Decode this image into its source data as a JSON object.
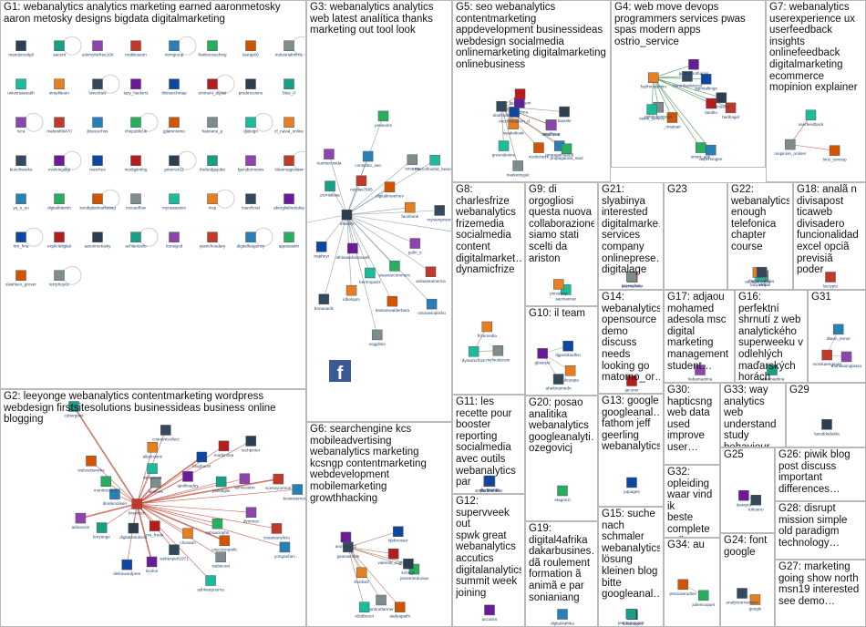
{
  "groups": {
    "G1": "G1: webanalytics analytics marketing earned aaronmetosky\naaron metosky designs bigdata digitalmarketing",
    "G2": "G2: leeyonge webanalytics contentmarketing wordpress\nwebdesign firstsitesolutions businessideas business online\nblogging",
    "G3": "G3: webanalytics analytics\nweb latest analítica thanks\nmarketing out tool look",
    "G4": "G4: web move devops\nprogrammers services pwas\nspas modern apps ostrio_service",
    "G5": "G5: seo webanalytics\ncontentmarketing\nappdevelopment businessideas\nwebdesign socialmedia\nonlinemarketing digitalmarketing\nonlinebusiness",
    "G6": "G6: searchengine kcs\nmobileadvertising\nwebanalytics marketing\nkcsngp contentmarketing\nwebdevelopment\nmobilemarketing\ngrowthhacking",
    "G7": "G7: webanalytics\nuserexperience ux\nuserfeedback\ninsights\nonlinefeedback\ndigitalmarketing\necommerce\nmopinion explainer",
    "G8": "G8:\ncharlesfrize\nwebanalytics\nfrizemedia\nsocialmedia\ncontent\ndigitalmarket…\ndynamicfrize",
    "G9": "G9: di\norgogliosi\nquesta nuova\ncollaborazione\nsiamo stati\nscelti da\nariston",
    "G10": "G10: il team",
    "G11": "G11: les\nrecette pour\nbooster\nreporting\nsocialmedia\navec outils\nwebanalytics\npar",
    "G12": "G12:\nsupervveek out\nspwk great\nwebanalytics\naccutics\ndigitalanalytics\nsummit week\njoining",
    "G13": "G13: google\ngoogleanal…\nfathom jeff\ngeerling\nwebanalytics",
    "G14": "G14:\nwebanalytics\nopensource\ndemo\ndiscuss\nneeds\nlooking go\nmatomo_or…",
    "G15": "G15: suche\nnach\nschmaler\nwebanalytics\nlösung\nkleinen blog\nbitte\ngoogleanal…",
    "G16": "G16: perfektní\nshrnutí z web\nanalytického\nsuperweeku v\nodlehlých\nmaďarských\nhorách",
    "G17": "G17: adjaou\nmohamed\nadesola msc\ndigital\nmarketing\nmanagement\nstudent…",
    "G18": "G18: analã n\ndivisapost\nticaweb\ndivisadero\nfuncionalidad\nexcel opciã\nprevisiã\npoder",
    "G19": "G19:\ndigital4afrika\ndakarbusines…\ndã roulement\nformation ã\nanimã e par\nsonianiang",
    "G20": "G20: posao\nanalitika\nwebanalytics\ngoogleanalyti…\nozegovicj",
    "G21": "G21:\nslyabinya\ninterested\ndigitalmarke…\nservices\ncompany\nonlineprese…\ndigitalage",
    "G22": "G22:\nwebanalytics\nenough\ntelefonica\nchapter\ncourse",
    "G23": "G23",
    "G24": "G24: font\ngoogle",
    "G25": "G25",
    "G26": "G26: piwik blog\npost discuss\nimportant\ndifferences…",
    "G27": "G27: marketing\ngoing show north\nmsn19 interested\nsee demo…",
    "G28": "G28: disrupt\nmission simple\nold paradigm\ntechnology…",
    "G29": "G29",
    "G30": "G30:\nhapticsng\nweb data\nused\nimprove\nuser…",
    "G31": "G31",
    "G32": "G32:\nopleiding\nwaar vind ik\nbeste\ncomplete\nonline…",
    "G33": "G33: way\nanalytics web\nunderstand\nstudy\nbehaviour…",
    "G34": "G34: au"
  },
  "nodes": {
    "G1": [
      "mandymodgil",
      "aacerti",
      "udemyforfree100",
      "mobileseon",
      "mirngroup",
      "frankoceaching",
      "laurap00",
      "industrialmfr01",
      "universaweath",
      "simplilearn",
      "lovecities",
      "lazy_hackers",
      "thistoechmap",
      "eminent_digital",
      "prodmcunino",
      "blue_rl",
      "rvca",
      "maheshl9470",
      "jbsouschos",
      "chepublicuk",
      "jglammomo",
      "hasnane_p",
      "djideign",
      "cf_naval_online",
      "bunchworks",
      "evolvingdigi",
      "marchex",
      "modigitmktg",
      "gmerron11",
      "thebridgejobe",
      "fgendtonnews",
      "lolanmagiesser",
      "ya_s_uu",
      "digitalbitersh",
      "zendigitalmarketing",
      "mouseflow",
      "mynsepation",
      "mxp",
      "marcficod",
      "aberglisthetoday",
      "rtm_fma",
      "explicitdigital",
      "aaronmetosky",
      "achlantzelo",
      "lcsraigod",
      "yasirchoudary",
      "digitalfeagency",
      "appseastin",
      "slashseo_grover",
      "terrphoyce"
    ],
    "G2": [
      "cybergeist",
      "dymmec",
      "zeastvanylicio",
      "yongoehen",
      "seboaciophn",
      "uvecoreopolic",
      "webscoot",
      "ashinarpoorna",
      "chovaon",
      "webexpert1971",
      "ilcohoi",
      "delitowordpres",
      "ms_freda",
      "digitalsolutions",
      "leeyonge",
      "adinacom",
      "brsolicen",
      "ibrahimolsen",
      "monirrocom5",
      "webnetsworks",
      "aliemes",
      "ssmaicom",
      "alleenwinz",
      "coarsertcollect",
      "apollinaduy",
      "bloghacer",
      "marbirclea",
      "techpinter",
      "pinkdigits",
      "servicedon",
      "scesoycerson",
      "businessnoticia"
    ],
    "G3": [
      "gulin_e",
      "anlaaseamerica",
      "ontoweirakisho",
      "weaveecommerc",
      "hassanwalderbara",
      "vogglinio",
      "berirropartz",
      "idbelopm",
      "bonanaclk",
      "athloasaharpowell",
      "trapheyt",
      "grasht",
      "dfeanlb",
      "purristlesa",
      "numberonida",
      "nicolas7695",
      "consultor_seo",
      "presioms",
      "digitaltravelnev",
      "oooasm",
      "marcofmuhld_beacon",
      "facebook",
      "mynamprison",
      "valesi"
    ],
    "G4": [
      "hedhagel",
      "dopcnoogee",
      "smart_app",
      "_mspiaer",
      "gettindenmoos",
      "ostrio_service",
      "fazthroutenmi",
      "baronbadetscot",
      "gabnetbothamis",
      "jspmtaltings",
      "landito",
      "hendslite"
    ],
    "G5": [
      "propagamadrid",
      "propaganda_mad",
      "noobcheck",
      "marketinguk",
      "greendevine",
      "isyabotlook",
      "doofinder",
      "koisbhna",
      "mechinekeem_d",
      "biopacotem",
      "topanki",
      "ostelhyna",
      "dataficae"
    ],
    "G6": [
      "joinarmeduzaw",
      "aadyapathi",
      "ambrotfarmer",
      "rdsdbonot",
      "linzdivi2",
      "gsamworlds",
      "arunsedar2",
      "tijebrooser",
      "valentin_cogbiey",
      "kchngn"
    ],
    "G7": [
      "hirsi_tomsop",
      "mopinion_onliner",
      "userfeedback"
    ],
    "G8": [
      "myfoodscom",
      "dynamicfrize",
      "frizemedia"
    ],
    "G9": [
      "sacmannar",
      "pinvawsp"
    ],
    "G10": [
      "lukcpapa",
      "aheibnamedn",
      "gbserpic",
      "djgedobudhin"
    ],
    "G11": [
      "nicrbmedia",
      "stopandtemuhr",
      "dy_lsamol"
    ],
    "G12": [
      "accutics"
    ],
    "G13": [
      "jutpages"
    ],
    "G14": [
      "jaconsr"
    ],
    "G15": [
      "fortunagmt",
      "jeeptapesoost"
    ],
    "G16": [
      "habamadrina"
    ],
    "G17": [
      "habamadrina"
    ],
    "G18": [
      "lacrypto"
    ],
    "G19": [
      "digital4afrika"
    ],
    "G20": [
      "etagonzi"
    ],
    "G21": [
      "sacmanwar",
      "provechon"
    ],
    "G22": [
      "eklp",
      "laoyasmail",
      "addaparenros",
      "habamadrina"
    ],
    "G24": [
      "google",
      "analyticsmansion"
    ],
    "G25": [
      "tuhoano",
      "dawrpur"
    ],
    "G29": [
      "laxoddadalda"
    ],
    "G31": [
      "monikaonglasso",
      "monikaengmoo",
      "ilitaon_temor"
    ],
    "G34": [
      "juliencoquet",
      "jessicaerudine"
    ]
  },
  "colors": {
    "panel_border": "#b9b9b9",
    "title_text": "#111111",
    "edge_light": "#9a9a9a",
    "edge_red": "#c0392b",
    "edge_orange": "#e67e22",
    "edge_green": "#2e7d32",
    "edge_tan": "#9c6b4a",
    "node_label": "#1f3f6b",
    "facebook_blue": "#3b5998"
  },
  "icons": {
    "G3_big_logo": "facebook-logo-icon"
  }
}
